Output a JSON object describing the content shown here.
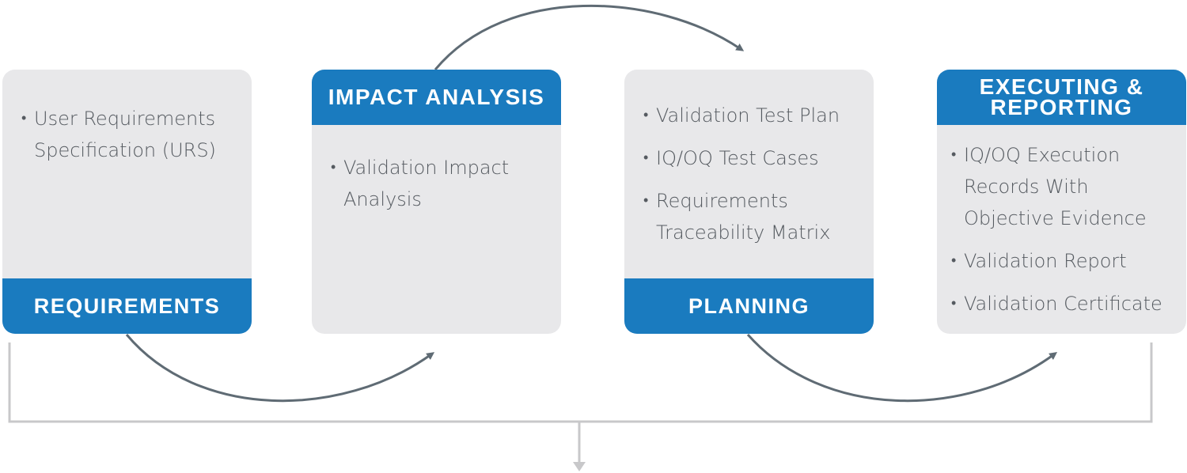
{
  "stages": [
    {
      "id": "requirements",
      "title": "REQUIREMENTS",
      "title_position": "bottom",
      "items": [
        "User Requirements Specification (URS)"
      ]
    },
    {
      "id": "impact-analysis",
      "title": "IMPACT ANALYSIS",
      "title_position": "top",
      "items": [
        "Validation Impact Analysis"
      ]
    },
    {
      "id": "planning",
      "title": "PLANNING",
      "title_position": "bottom",
      "items": [
        "Validation Test Plan",
        "IQ/OQ Test Cases",
        "Requirements Traceability Matrix"
      ]
    },
    {
      "id": "executing-reporting",
      "title": "EXECUTING &\nREPORTING",
      "title_position": "top",
      "items": [
        "IQ/OQ Execution Records With Objective Evidence",
        "Validation Report",
        "Validation Certificate"
      ]
    }
  ],
  "colors": {
    "accent": "#1a7bbf",
    "card_background": "#e8e8ea",
    "body_text": "#555a60",
    "arrow": "#5f6b74",
    "bracket": "#c8c8ca"
  }
}
